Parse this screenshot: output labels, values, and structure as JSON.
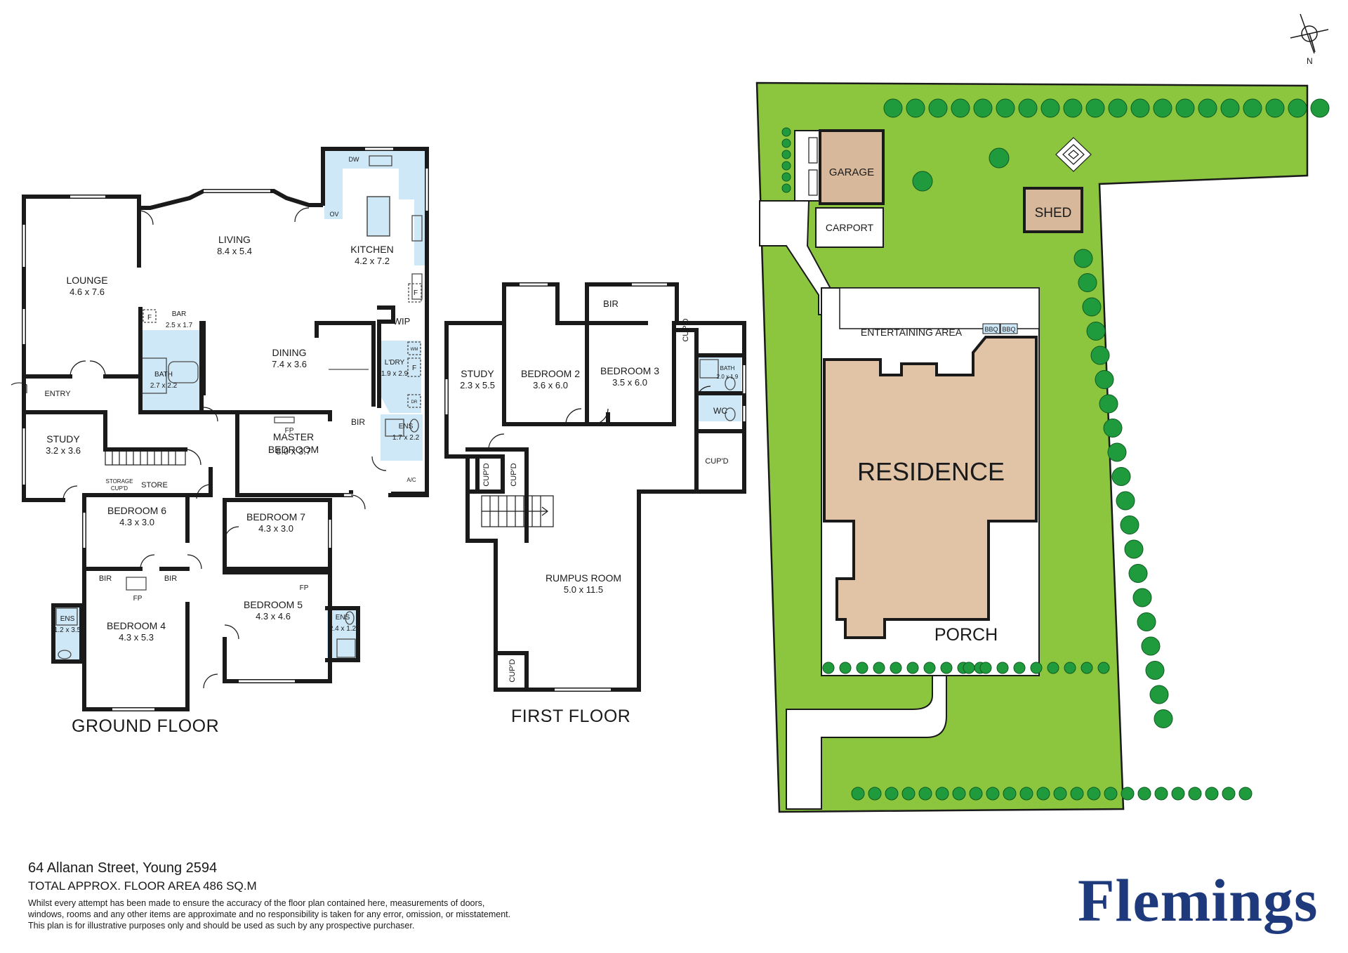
{
  "labels": {
    "ground_floor": "GROUND FLOOR",
    "first_floor": "FIRST FLOOR",
    "north": "N"
  },
  "ground_floor_rooms": [
    {
      "key": "lounge",
      "name": "LOUNGE",
      "dims": "4.6 x 7.6"
    },
    {
      "key": "living",
      "name": "LIVING",
      "dims": "8.4 x 5.4"
    },
    {
      "key": "kitchen",
      "name": "KITCHEN",
      "dims": "4.2 x 7.2"
    },
    {
      "key": "bar",
      "name": "BAR",
      "dims": "2.5 x 1.7"
    },
    {
      "key": "dining",
      "name": "DINING",
      "dims": "7.4 x 3.6"
    },
    {
      "key": "laundry",
      "name": "L'DRY",
      "dims": "1.9 x 2.9"
    },
    {
      "key": "bath",
      "name": "BATH",
      "dims": "2.7 x 2.2"
    },
    {
      "key": "study",
      "name": "STUDY",
      "dims": "3.2 x 3.6"
    },
    {
      "key": "master",
      "name": "MASTER",
      "name2": "BEDROOM",
      "dims": "8.0 x 3.7"
    },
    {
      "key": "ens1",
      "name": "ENS",
      "dims": "1.7 x 2.2"
    },
    {
      "key": "bed6",
      "name": "BEDROOM 6",
      "dims": "4.3 x 3.0"
    },
    {
      "key": "bed7",
      "name": "BEDROOM 7",
      "dims": "4.3 x 3.0"
    },
    {
      "key": "bed4",
      "name": "BEDROOM 4",
      "dims": "4.3 x 5.3"
    },
    {
      "key": "bed5",
      "name": "BEDROOM 5",
      "dims": "4.3 x 4.6"
    },
    {
      "key": "ens2",
      "name": "ENS",
      "dims": "1.2 x 3.5"
    },
    {
      "key": "ens3",
      "name": "ENS",
      "dims": "2.4 x 1.2"
    }
  ],
  "ground_floor_tags": {
    "entry": "ENTRY",
    "wip": "WIP",
    "dw": "DW",
    "ov": "OV",
    "f": "F",
    "fp": "FP",
    "bir": "BIR",
    "ac": "A/C",
    "storage_1": "STORAGE",
    "storage_2": "CUP'D",
    "store": "STORE",
    "wm": "WM",
    "dr": "DR"
  },
  "first_floor_rooms": [
    {
      "key": "study",
      "name": "STUDY",
      "dims": "2.3 x 5.5"
    },
    {
      "key": "bed2",
      "name": "BEDROOM 2",
      "dims": "3.6 x 6.0"
    },
    {
      "key": "bed3",
      "name": "BEDROOM 3",
      "dims": "3.5 x 6.0"
    },
    {
      "key": "rumpus",
      "name": "RUMPUS ROOM",
      "dims": "5.0 x 11.5"
    },
    {
      "key": "bath",
      "name": "BATH",
      "dims": "2.0 x 1.9"
    }
  ],
  "first_floor_tags": {
    "bir": "BIR",
    "cupd": "CUP'D",
    "wc": "WC"
  },
  "site": {
    "garage": "GARAGE",
    "carport": "CARPORT",
    "shed": "SHED",
    "entertaining": "ENTERTAINING AREA",
    "bbq": "BBQ",
    "residence": "RESIDENCE",
    "porch": "PORCH"
  },
  "footer": {
    "address": "64 Allanan Street, Young 2594",
    "area": "TOTAL APPROX. FLOOR AREA 486 SQ.M",
    "disclaimer": [
      "Whilst every attempt has been made to ensure the accuracy of the floor plan contained here, measurements of doors,",
      "windows, rooms and any other items are approximate and no responsibility is taken for any error, omission, or misstatement.",
      "This plan is for illustrative purposes only and should be used as such by any prospective purchaser."
    ]
  },
  "brand": "Flemings",
  "colors": {
    "lawn": "#8cc63f",
    "tree": "#1f9a3c",
    "wet_area": "#cfe8f7",
    "building": "#e1c4a6",
    "structure": "#d8b89a",
    "wall": "#1a1a1a",
    "brand": "#1e3a7c"
  }
}
